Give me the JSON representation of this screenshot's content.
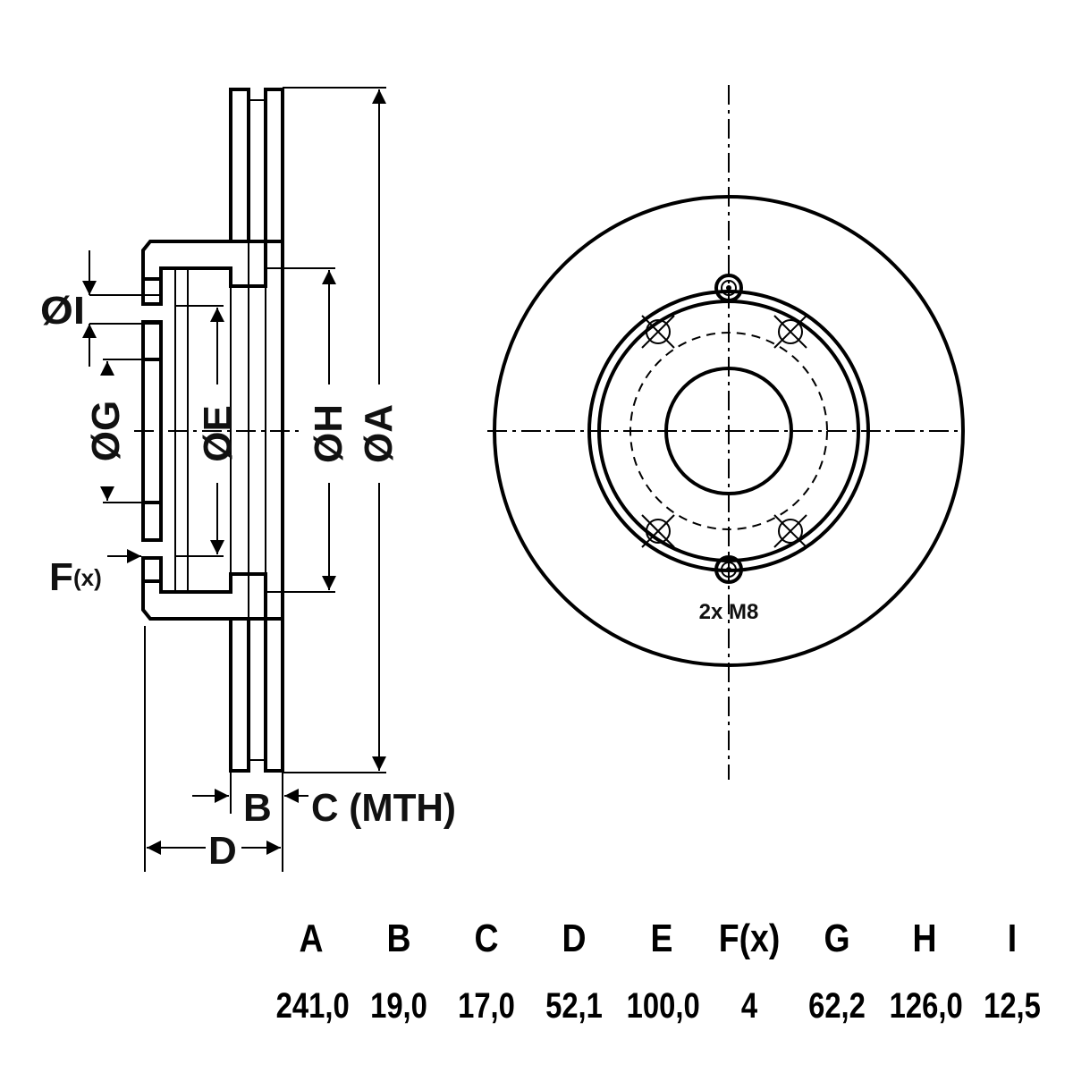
{
  "side_view": {
    "dims": {
      "diameter_I": "ØI",
      "diameter_G": "ØG",
      "diameter_E": "ØE",
      "diameter_H": "ØH",
      "diameter_A": "ØA",
      "flange_F": "F",
      "flange_F_sub": "(x)",
      "thickness_B": "B",
      "min_thickness_C": "C (MTH)",
      "height_D": "D"
    }
  },
  "front_view": {
    "thread_label": "2x M8"
  },
  "spec_table": {
    "headers": [
      "A",
      "B",
      "C",
      "D",
      "E",
      "F(x)",
      "G",
      "H",
      "I"
    ],
    "values": [
      "241,0",
      "19,0",
      "17,0",
      "52,1",
      "100,0",
      "4",
      "62,2",
      "126,0",
      "12,5"
    ]
  }
}
